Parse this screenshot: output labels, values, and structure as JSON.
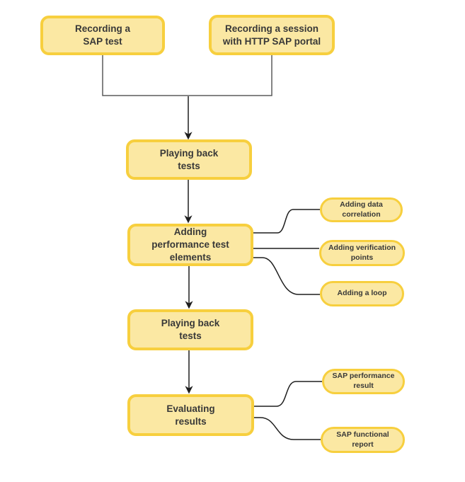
{
  "nodes": {
    "recording_sap_test": "Recording a\nSAP test",
    "recording_http_session": "Recording a session\nwith HTTP SAP portal",
    "playing_back_tests_1": "Playing back\ntests",
    "adding_performance_elements": "Adding\nperformance test\nelements",
    "adding_data_correlation": "Adding data\ncorrelation",
    "adding_verification_points": "Adding verification\npoints",
    "adding_a_loop": "Adding a loop",
    "playing_back_tests_2": "Playing back\ntests",
    "evaluating_results": "Evaluating\nresults",
    "sap_performance_result": "SAP performance\nresult",
    "sap_functional_report": "SAP functional\nreport"
  },
  "colors": {
    "node_fill": "#FBE8A3",
    "node_border": "#F7CF3E",
    "node_text": "#383838",
    "connector": "#1E1E1E",
    "connector_gray": "#5B5B5B",
    "background": "#FFFFFF"
  }
}
